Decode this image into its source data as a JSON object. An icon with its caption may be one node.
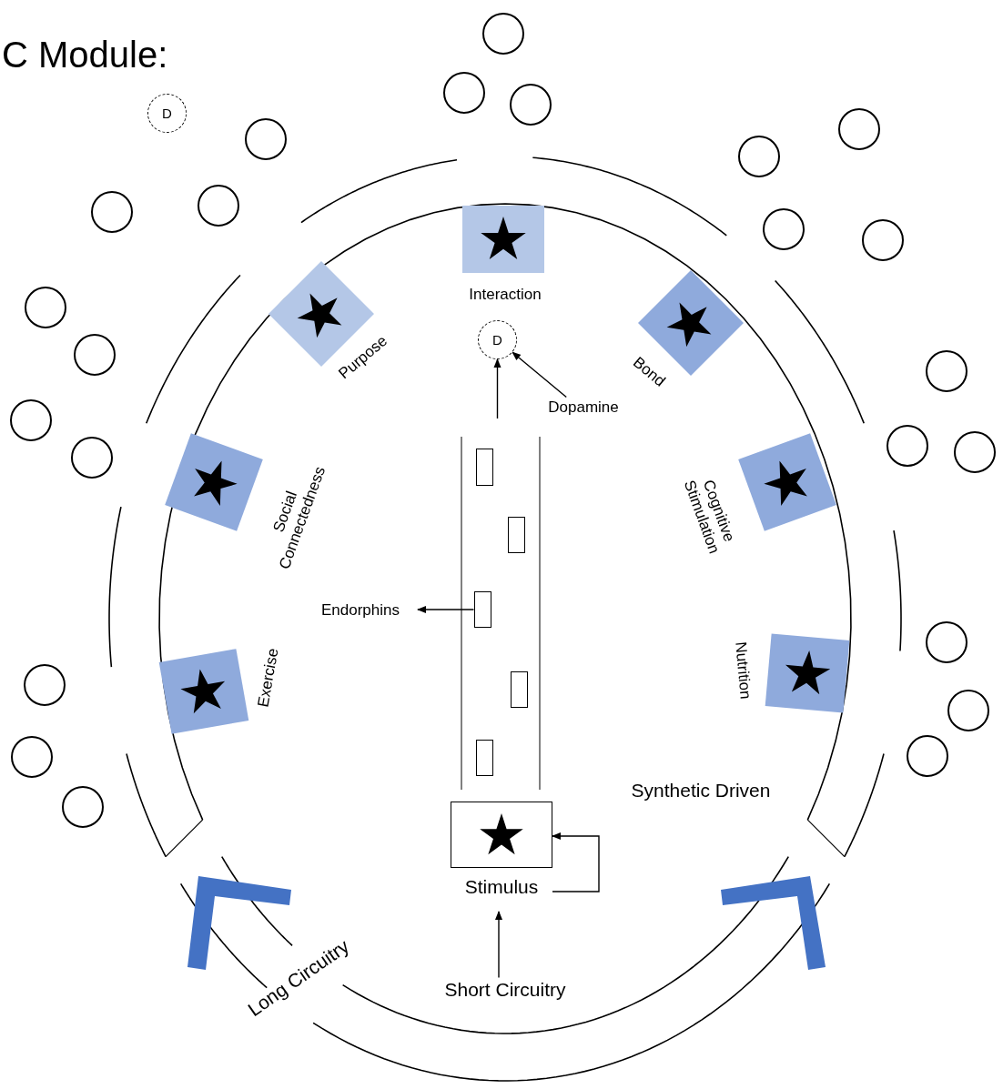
{
  "diagram": {
    "title": "C Module:",
    "nodes": [
      {
        "text": [
          "Interaction"
        ]
      },
      {
        "text": [
          "Purpose"
        ]
      },
      {
        "text": [
          "Bond"
        ]
      },
      {
        "text": [
          "Social Connectedness"
        ]
      },
      {
        "text": [
          "Cognitive Stimulation"
        ]
      },
      {
        "text": [
          "Exercise"
        ]
      },
      {
        "text": [
          "Nutrition"
        ]
      },
      {
        "text": [
          "D"
        ]
      },
      {
        "text": [
          "Dopamine"
        ]
      },
      {
        "text": [
          "Endorphins"
        ]
      },
      {
        "text": [],
        "shape": "box"
      },
      {
        "text": [],
        "shape": "box"
      },
      {
        "text": [],
        "shape": "box"
      },
      {
        "text": [],
        "shape": "box"
      },
      {
        "text": [],
        "shape": "box"
      },
      {
        "text": [
          "Stimulus"
        ]
      },
      {
        "text": [
          "Short Circuitry"
        ]
      },
      {
        "text": [
          "D"
        ]
      },
      {
        "text": [],
        "shape": "circle"
      },
      {
        "text": [],
        "shape": "circle"
      },
      {
        "text": [],
        "shape": "circle"
      },
      {
        "text": [],
        "shape": "circle"
      },
      {
        "text": [],
        "shape": "circle"
      },
      {
        "text": [],
        "shape": "circle"
      },
      {
        "text": [],
        "shape": "circle"
      },
      {
        "text": [],
        "shape": "circle"
      },
      {
        "text": [],
        "shape": "circle"
      },
      {
        "text": [],
        "shape": "circle"
      },
      {
        "text": [],
        "shape": "circle"
      },
      {
        "text": [],
        "shape": "circle"
      },
      {
        "text": [],
        "shape": "circle"
      },
      {
        "text": [],
        "shape": "circle"
      },
      {
        "text": [],
        "shape": "circle"
      },
      {
        "text": [],
        "shape": "circle"
      },
      {
        "text": [],
        "shape": "circle"
      },
      {
        "text": [],
        "shape": "circle"
      },
      {
        "text": [],
        "shape": "circle"
      },
      {
        "text": [],
        "shape": "circle"
      },
      {
        "text": [],
        "shape": "circle"
      },
      {
        "text": [],
        "shape": "circle"
      },
      {
        "text": [],
        "shape": "circle"
      }
    ],
    "edges": [
      {
        "from": null,
        "to": 7,
        "arrow": "to"
      },
      {
        "from": 8,
        "to": 7,
        "arrow": "to"
      },
      {
        "from": 12,
        "to": 9,
        "arrow": "to"
      },
      {
        "from": 16,
        "to": 15,
        "arrow": "to"
      },
      {
        "from": 15,
        "to": 15,
        "arrow": "to"
      }
    ],
    "labels": [
      "Synthetic Driven",
      "Long Circuitry"
    ]
  }
}
